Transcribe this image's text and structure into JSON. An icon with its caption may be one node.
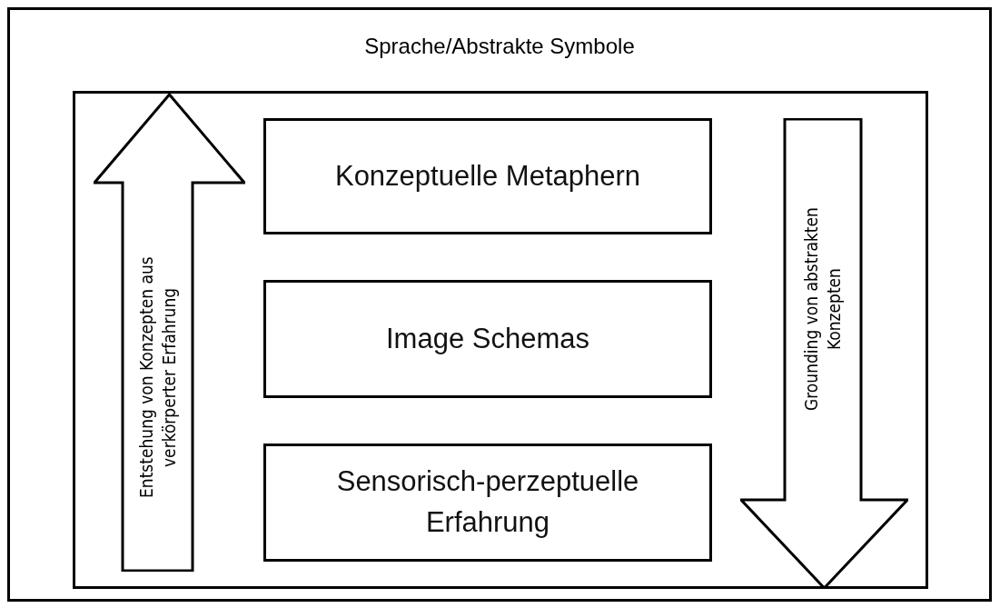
{
  "diagram": {
    "nodes": [
      {
        "text": [
          "Sprache/Abstrakte Symbole"
        ]
      },
      {
        "text": [],
        "shape": "box",
        "in": 0
      },
      {
        "text": [
          "Konzeptuelle Metaphern"
        ],
        "in": 1
      },
      {
        "text": [
          "Image Schemas"
        ],
        "in": 1
      },
      {
        "text": [
          "Sensorisch-perzeptuelle Erfahrung"
        ],
        "in": 1
      },
      {
        "text": [
          "Entstehung von Konzepten aus verkörperter Erfahrung"
        ],
        "in": 1
      },
      {
        "text": [
          "Grounding von abstrakten Konzepten"
        ],
        "in": 1
      }
    ]
  }
}
